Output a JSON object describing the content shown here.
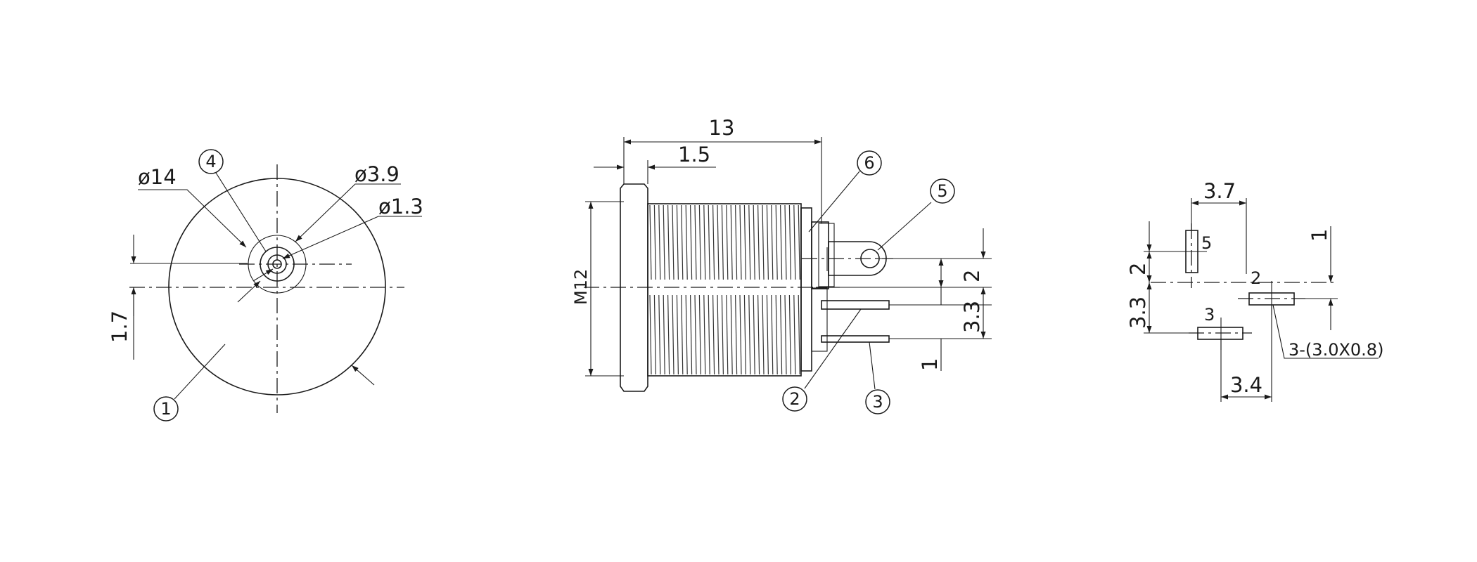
{
  "front_view": {
    "dim_outer_dia": "ø14",
    "dim_hole_dia": "ø3.9",
    "dim_pin_dia": "ø1.3",
    "dim_offset": "1.7",
    "callouts": [
      "4",
      "1"
    ]
  },
  "side_view": {
    "dim_length": "13",
    "dim_flange": "1.5",
    "dim_thread": "M12",
    "dim_v1": "2",
    "dim_v2": "3.3",
    "dim_v3": "1",
    "callouts": [
      "6",
      "5",
      "2",
      "3"
    ]
  },
  "pcb_view": {
    "dim_top": "3.7",
    "dim_left_top": "2",
    "dim_left_bottom": "3.3",
    "dim_right": "1",
    "dim_bottom": "3.4",
    "pad_note": "3-(3.0X0.8)",
    "pin_labels": [
      "5",
      "2",
      "3"
    ]
  }
}
